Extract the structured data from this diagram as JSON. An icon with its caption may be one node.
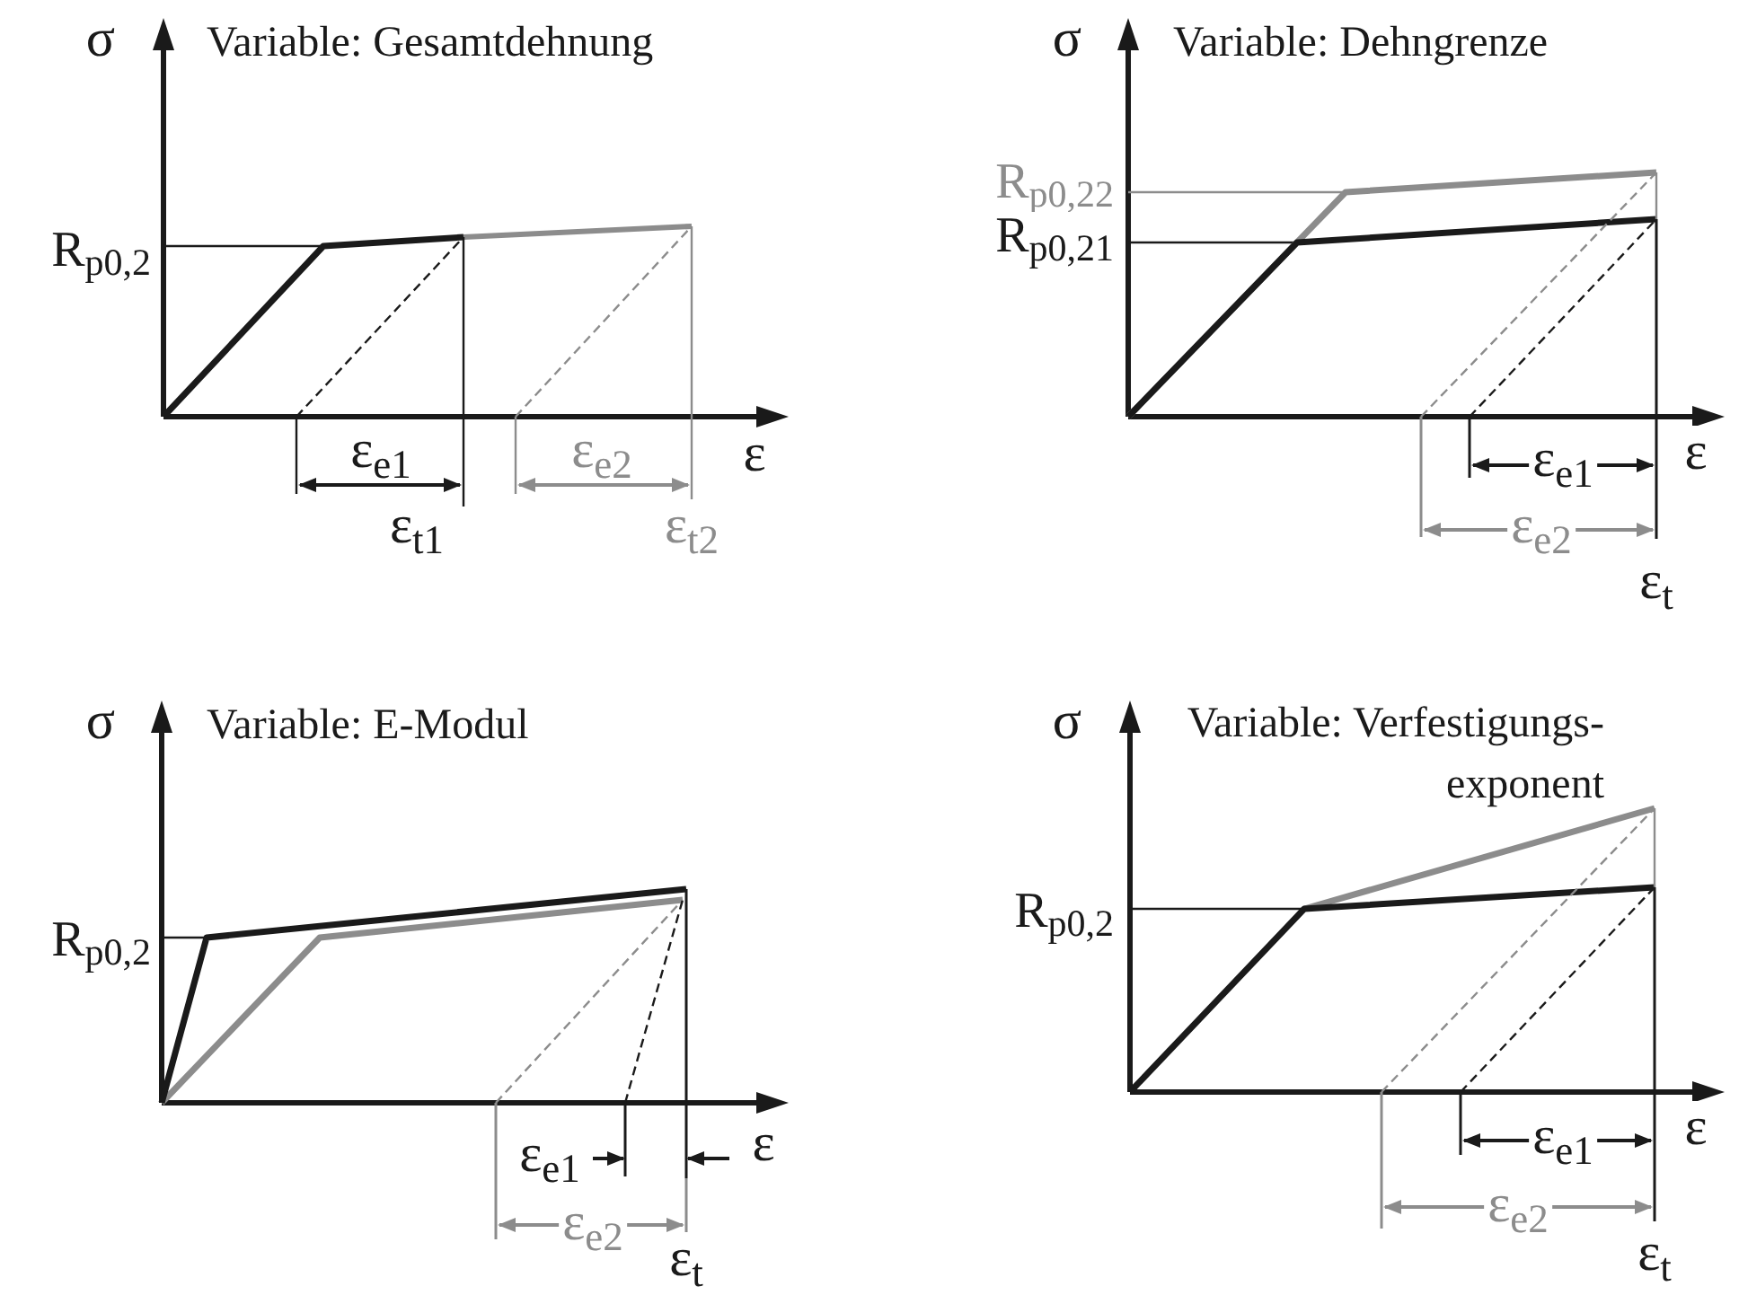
{
  "diagram": {
    "labels": [
      "σ",
      "Variable: Gesamtdehnung",
      "R$_{p0,2}$",
      "ε",
      "ε$_{e1}$",
      "ε$_{e2}$",
      "ε$_{t1}$",
      "ε$_{t2}$",
      "σ",
      "Variable: Dehngrenze",
      "R$_{p0,2}$$_{2}$",
      "R$_{p0,2}$$_{1}$",
      "ε",
      "ε$_{e1}$",
      "ε$_{e2}$",
      "ε$_{t}$",
      "σ",
      "Variable: E-Modul",
      "R$_{p0,2}$",
      "ε$_{e1}$",
      "ε",
      "ε$_{e2}$",
      "ε$_{t}$",
      "σ",
      "Variable: Verfestigungs- exponent",
      "R$_{p0,2}$",
      "ε",
      "ε$_{e1}$",
      "ε$_{e2}$",
      "ε$_{t}$"
    ]
  }
}
